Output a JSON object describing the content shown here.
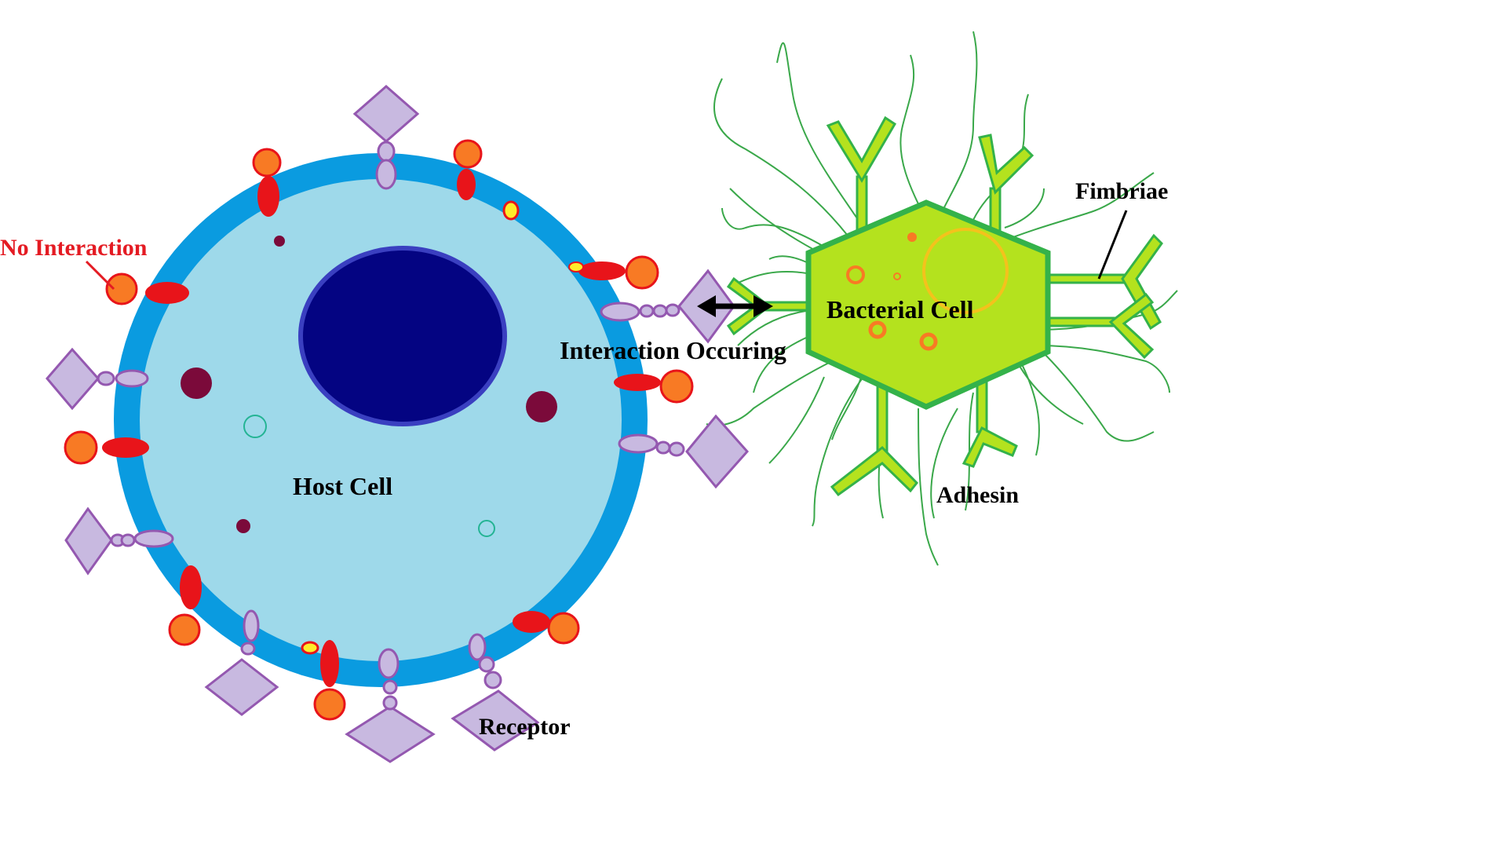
{
  "labels": {
    "no_interaction": "No Interaction",
    "interaction_occuring": "Interaction Occuring",
    "host_cell": "Host Cell",
    "receptor": "Receptor",
    "bacterial_cell": "Bacterial Cell",
    "fimbriae": "Fimbriae",
    "adhesin": "Adhesin"
  },
  "colors": {
    "membrane": "#0a9be0",
    "cytoplasm": "#9ed9ea",
    "nucleus_fill": "#040482",
    "nucleus_edge": "#3a3fc0",
    "receptor_fill": "#c8b9e0",
    "receptor_edge": "#9458b0",
    "ligand_red": "#e8141a",
    "ligand_orange": "#f87a24",
    "bacterium_fill": "#b4e21e",
    "bacterium_edge": "#34b24a",
    "fimbriae_line": "#3aa84a",
    "no_interaction_text": "#e41b23",
    "text": "#000000"
  }
}
